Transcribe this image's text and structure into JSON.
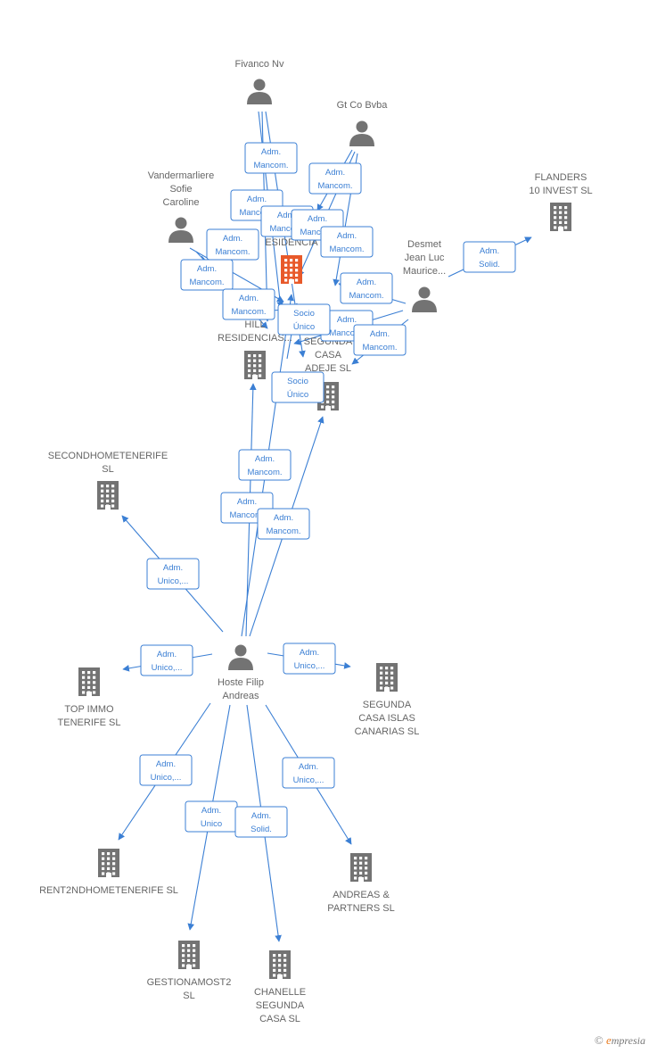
{
  "nodes": [
    {
      "id": "fivanco",
      "type": "person",
      "label": [
        "Fivanco Nv"
      ]
    },
    {
      "id": "gtco",
      "type": "person",
      "label": [
        "Gt Co Bvba"
      ]
    },
    {
      "id": "vander",
      "type": "person",
      "label": [
        "Vandermarliere",
        "Sofie",
        "Caroline"
      ]
    },
    {
      "id": "desmet",
      "type": "person",
      "label": [
        "Desmet",
        "Jean Luc",
        "Maurice..."
      ]
    },
    {
      "id": "flanders",
      "type": "company",
      "label": [
        "FLANDERS",
        "10 INVEST  SL"
      ]
    },
    {
      "id": "residencias",
      "type": "company-main",
      "label": [
        "ESIDENCIA"
      ]
    },
    {
      "id": "hill",
      "type": "company",
      "label": [
        "HILL",
        "RESIDENCIAS..."
      ]
    },
    {
      "id": "adeje",
      "type": "company",
      "label": [
        "SEGUNDA",
        "CASA",
        "ADEJE  SL"
      ]
    },
    {
      "id": "secondhome",
      "type": "company",
      "label": [
        "SECONDHOMETENERIFE",
        "SL"
      ]
    },
    {
      "id": "hoste",
      "type": "person",
      "label": [
        "Hoste Filip",
        "Andreas"
      ]
    },
    {
      "id": "topimmo",
      "type": "company",
      "label": [
        "TOP IMMO",
        "TENERIFE  SL"
      ]
    },
    {
      "id": "islas",
      "type": "company",
      "label": [
        "SEGUNDA",
        "CASA ISLAS",
        "CANARIAS  SL"
      ]
    },
    {
      "id": "rent2nd",
      "type": "company",
      "label": [
        "RENT2NDHOMETENERIFE SL"
      ]
    },
    {
      "id": "andreas",
      "type": "company",
      "label": [
        "ANDREAS &",
        "PARTNERS  SL"
      ]
    },
    {
      "id": "gestiona",
      "type": "company",
      "label": [
        "GESTIONAMOST2",
        "SL"
      ]
    },
    {
      "id": "chanelle",
      "type": "company",
      "label": [
        "CHANELLE",
        "SEGUNDA",
        "CASA  SL"
      ]
    }
  ],
  "edges": [
    {
      "from": "fivanco",
      "to": "residencias",
      "label": [
        "Adm.",
        "Mancom."
      ]
    },
    {
      "from": "fivanco",
      "to": "hill",
      "label": [
        "Adm.",
        "Mancom."
      ]
    },
    {
      "from": "fivanco",
      "to": "adeje",
      "label": [
        "Adm.",
        "Mancom."
      ]
    },
    {
      "from": "gtco",
      "to": "residencias",
      "label": [
        "Adm.",
        "Mancom."
      ]
    },
    {
      "from": "gtco",
      "to": "hill",
      "label": [
        "Adm.",
        "Mancom."
      ]
    },
    {
      "from": "gtco",
      "to": "adeje",
      "label": [
        "Adm.",
        "Mancom."
      ]
    },
    {
      "from": "vander",
      "to": "residencias",
      "label": [
        "Adm.",
        "Mancom."
      ]
    },
    {
      "from": "vander",
      "to": "hill",
      "label": [
        "Adm.",
        "Mancom."
      ]
    },
    {
      "from": "vander",
      "to": "adeje",
      "label": [
        "Adm.",
        "Mancom."
      ]
    },
    {
      "from": "desmet",
      "to": "flanders",
      "label": [
        "Adm.",
        "Solid."
      ]
    },
    {
      "from": "desmet",
      "to": "residencias",
      "label": [
        "Adm.",
        "Mancom."
      ]
    },
    {
      "from": "desmet",
      "to": "hill",
      "label": [
        "Adm.",
        "Mancom."
      ]
    },
    {
      "from": "desmet",
      "to": "adeje",
      "label": [
        "Adm.",
        "Mancom."
      ]
    },
    {
      "from": "hill",
      "to": "residencias",
      "label": [
        "Socio",
        "Único"
      ]
    },
    {
      "from": "adeje",
      "to": "residencias",
      "label": [
        "Socio",
        "Único"
      ]
    },
    {
      "from": "hoste",
      "to": "residencias",
      "label": [
        "Adm.",
        "Mancom."
      ]
    },
    {
      "from": "hoste",
      "to": "hill",
      "label": [
        "Adm.",
        "Mancom."
      ]
    },
    {
      "from": "hoste",
      "to": "adeje",
      "label": [
        "Adm.",
        "Mancom."
      ]
    },
    {
      "from": "hoste",
      "to": "secondhome",
      "label": [
        "Adm.",
        "Unico,..."
      ]
    },
    {
      "from": "hoste",
      "to": "topimmo",
      "label": [
        "Adm.",
        "Unico,..."
      ]
    },
    {
      "from": "hoste",
      "to": "islas",
      "label": [
        "Adm.",
        "Unico,..."
      ]
    },
    {
      "from": "hoste",
      "to": "rent2nd",
      "label": [
        "Adm.",
        "Unico,..."
      ]
    },
    {
      "from": "hoste",
      "to": "andreas",
      "label": [
        "Adm.",
        "Unico,..."
      ]
    },
    {
      "from": "hoste",
      "to": "gestiona",
      "label": [
        "Adm.",
        "Unico"
      ]
    },
    {
      "from": "hoste",
      "to": "chanelle",
      "label": [
        "Adm.",
        "Solid."
      ]
    }
  ],
  "footer": {
    "copyright": "©",
    "brand_initial": "e",
    "brand_rest": "mpresia"
  },
  "colors": {
    "edge": "#3b7fd4",
    "node": "#737373",
    "main": "#e8592a",
    "label": "#666666"
  }
}
